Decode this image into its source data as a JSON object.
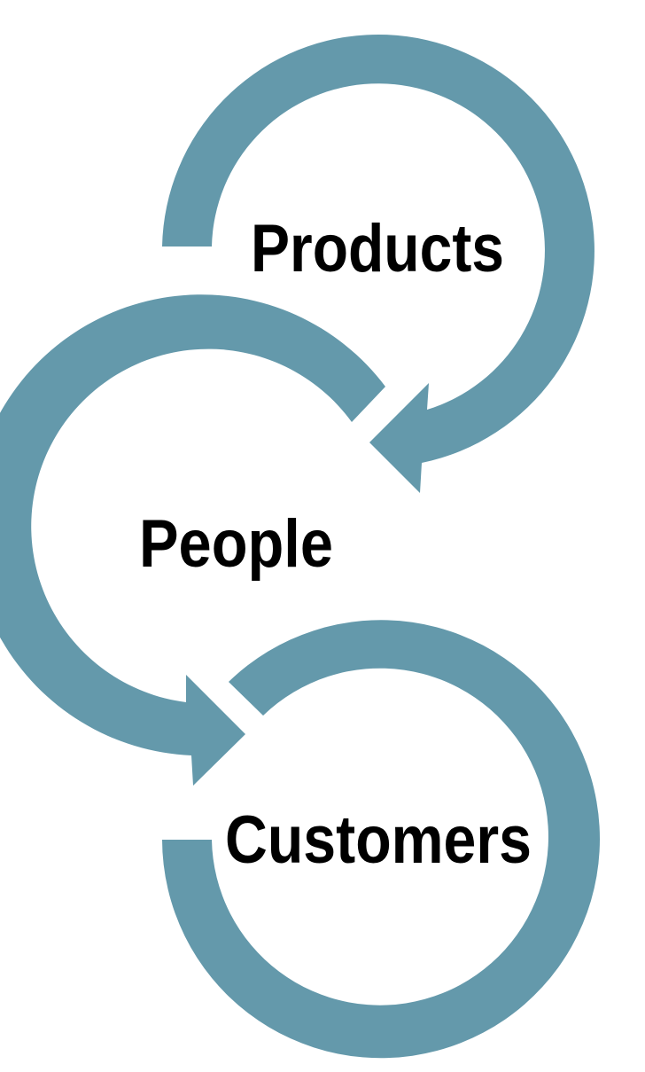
{
  "diagram": {
    "labels": {
      "products": "Products",
      "people": "People",
      "customers": "Customers"
    },
    "colors": {
      "arc": "#6499ab",
      "text": "#000000",
      "background": "#ffffff"
    }
  }
}
